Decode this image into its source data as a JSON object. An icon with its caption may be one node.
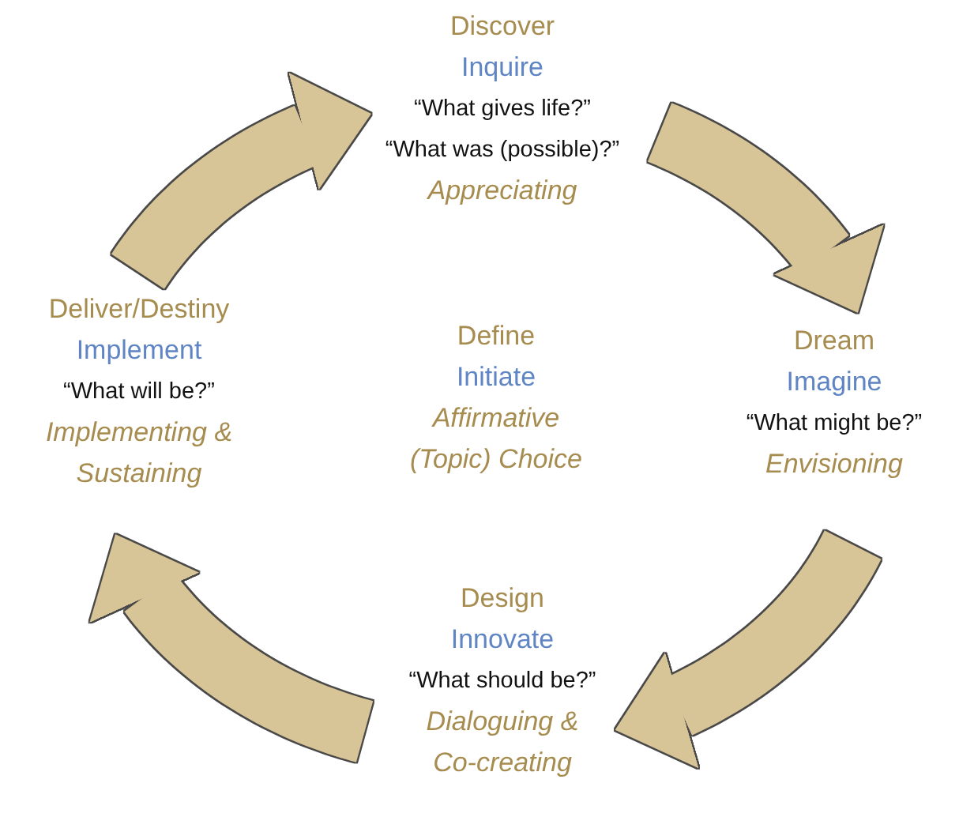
{
  "diagram": {
    "nodes": [
      {
        "text": [
          "Discover",
          "Inquire",
          "“What gives life?”",
          "“What was (possible)?”",
          "Appreciating"
        ]
      },
      {
        "text": [
          "Dream",
          "Imagine",
          "“What might be?”",
          "Envisioning"
        ]
      },
      {
        "text": [
          "Design",
          "Innovate",
          "“What should be?”",
          "Dialoguing & Co-creating"
        ]
      },
      {
        "text": [
          "Deliver/Destiny",
          "Implement",
          "“What will be?”",
          "Implementing & Sustaining"
        ]
      },
      {
        "text": [
          "Define",
          "Initiate",
          "Affirmative (Topic) Choice"
        ]
      }
    ],
    "edges": [
      {
        "from": 3,
        "to": 0,
        "arrow": "to"
      },
      {
        "from": 0,
        "to": 1,
        "arrow": "to"
      },
      {
        "from": 1,
        "to": 2,
        "arrow": "to"
      },
      {
        "from": 2,
        "to": 3,
        "arrow": "to"
      }
    ]
  }
}
